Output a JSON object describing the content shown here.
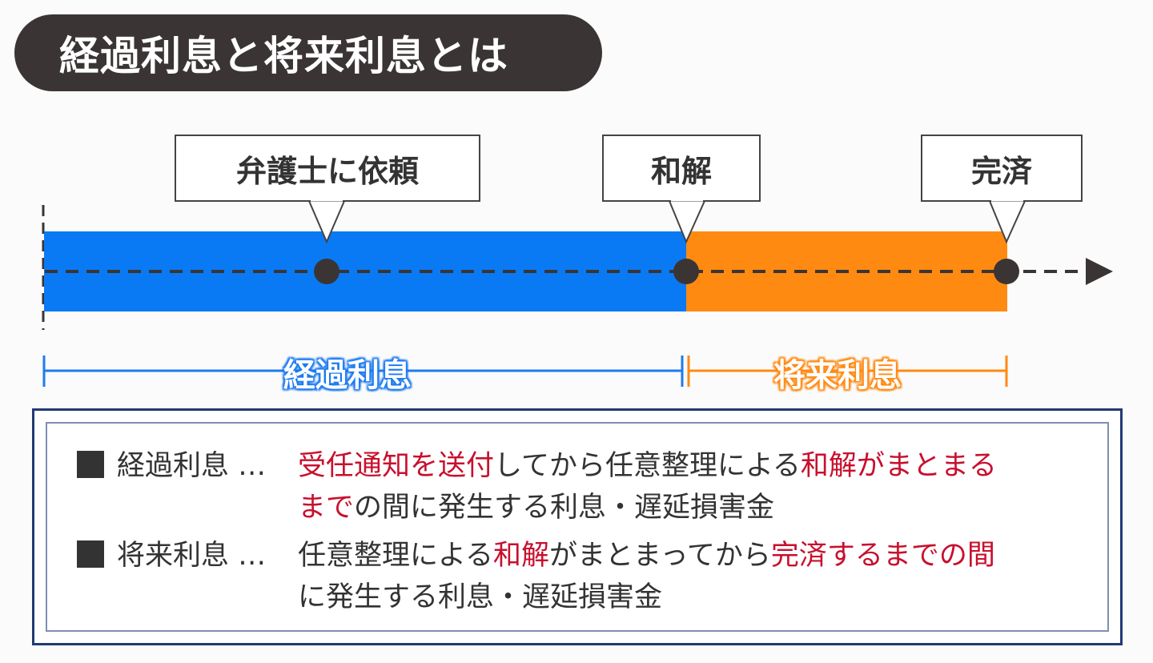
{
  "title": "経過利息と将来利息とは",
  "timeline": {
    "events": [
      {
        "label": "弁護士に依頼"
      },
      {
        "label": "和解"
      },
      {
        "label": "完済"
      }
    ],
    "colors": {
      "past": "#0a7af4",
      "future": "#ff8a12",
      "line": "#3a3534"
    }
  },
  "ranges": {
    "past_label": "経過利息",
    "future_label": "将来利息"
  },
  "definitions": [
    {
      "term": "経過利息",
      "ellipsis": "…",
      "line1": [
        {
          "text": "受任通知を送付",
          "red": true
        },
        {
          "text": "してから任意整理による",
          "red": false
        },
        {
          "text": "和解がまとまる",
          "red": true
        }
      ],
      "line2": [
        {
          "text": "まで",
          "red": true
        },
        {
          "text": "の間に発生する利息・遅延損害金",
          "red": false
        }
      ]
    },
    {
      "term": "将来利息",
      "ellipsis": "…",
      "line1": [
        {
          "text": "任意整理による",
          "red": false
        },
        {
          "text": "和解",
          "red": true
        },
        {
          "text": "がまとまってから",
          "red": false
        },
        {
          "text": "完済するまでの間",
          "red": true
        }
      ],
      "line2": [
        {
          "text": "に発生する利息・遅延損害金",
          "red": false
        }
      ]
    }
  ]
}
